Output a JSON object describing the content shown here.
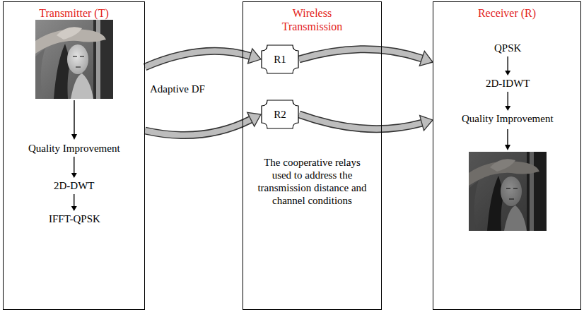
{
  "diagram": {
    "nodes": [
      {
        "text": [
          "Transmitter (T)"
        ]
      },
      {
        "text": [
          "Quality Improvement"
        ],
        "in": 0
      },
      {
        "text": [
          "2D-DWT"
        ],
        "in": 0
      },
      {
        "text": [
          "IFFT-QPSK"
        ],
        "in": 0
      },
      {
        "text": [
          "Wireless Transmission",
          "The cooperative relays used to address the transmission distance and channel conditions"
        ]
      },
      {
        "text": [
          "R1"
        ],
        "in": 4
      },
      {
        "text": [
          "R2"
        ],
        "in": 4
      },
      {
        "text": [
          "Receiver (R)"
        ]
      },
      {
        "text": [
          "QPSK"
        ],
        "in": 7
      },
      {
        "text": [
          "2D-IDWT"
        ],
        "in": 7
      },
      {
        "text": [
          "Quality Improvement"
        ],
        "in": 7
      }
    ],
    "edges": [
      {
        "from": 1,
        "to": 2,
        "arrow": "to"
      },
      {
        "from": 2,
        "to": 3,
        "arrow": "to"
      },
      {
        "from": 0,
        "to": 5,
        "arrow": "to"
      },
      {
        "from": 0,
        "to": 6,
        "arrow": "to"
      },
      {
        "from": 5,
        "to": 7,
        "arrow": "to"
      },
      {
        "from": 6,
        "to": 7,
        "arrow": "to"
      },
      {
        "from": 8,
        "to": 9,
        "arrow": "to"
      },
      {
        "from": 9,
        "to": 10,
        "arrow": "to"
      }
    ],
    "labels": [
      "Adaptive DF"
    ]
  }
}
